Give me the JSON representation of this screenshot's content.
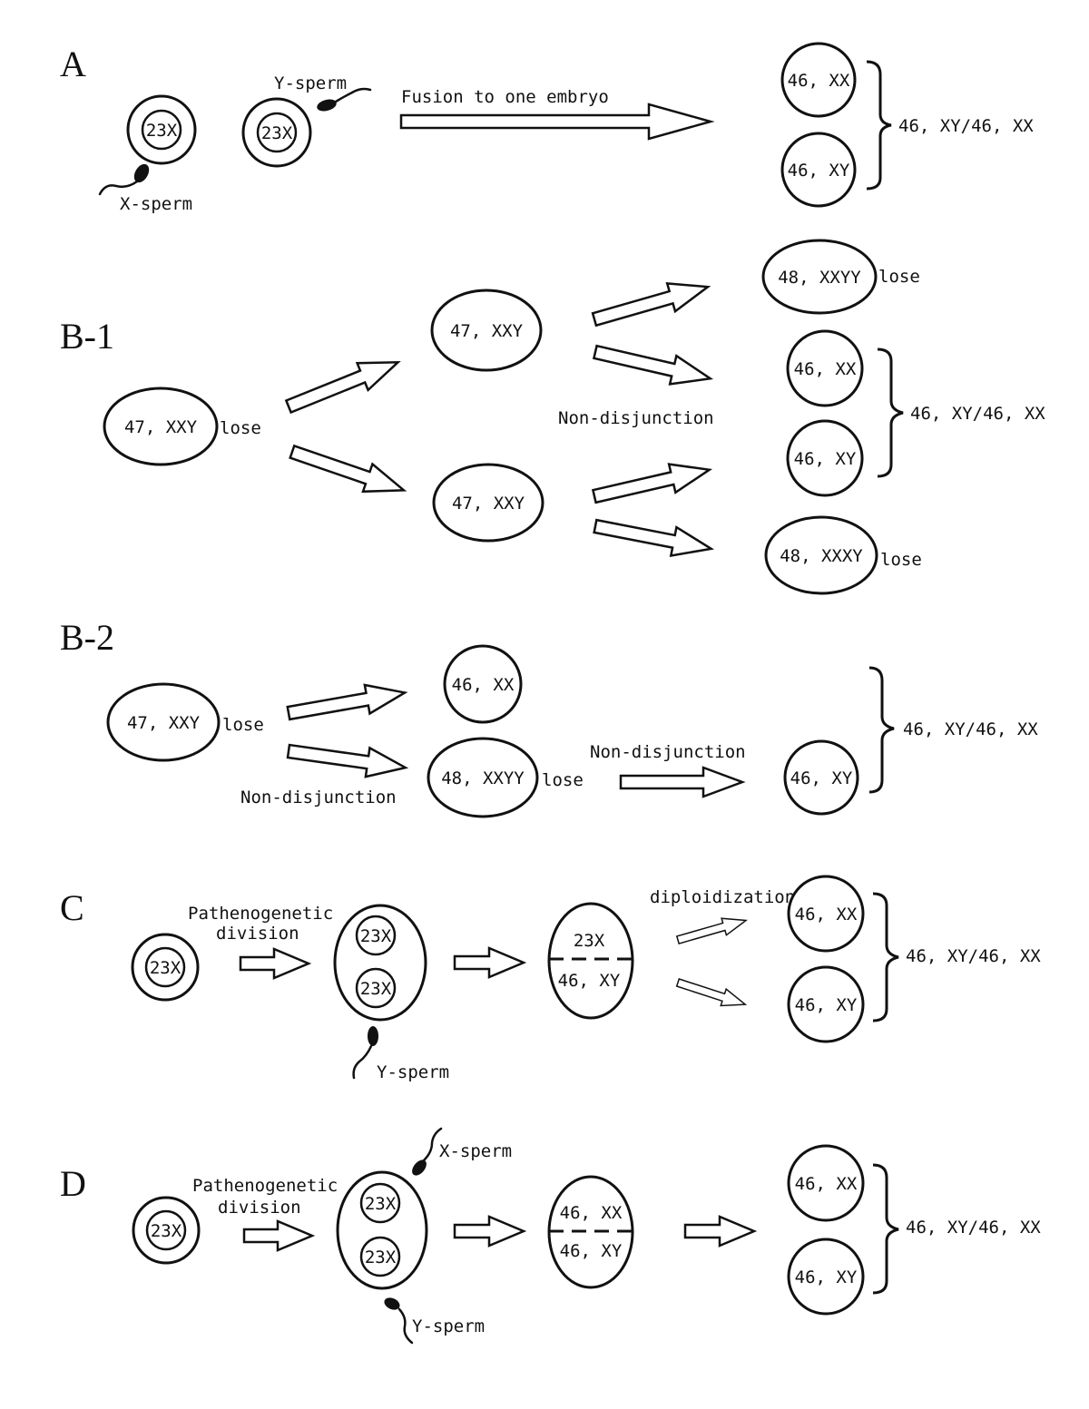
{
  "sections": {
    "a": {
      "label": "A"
    },
    "b1": {
      "label": "B-1"
    },
    "b2": {
      "label": "B-2"
    },
    "c": {
      "label": "C"
    },
    "d": {
      "label": "D"
    }
  },
  "panel_a": {
    "egg1": "23X",
    "egg2": "23X",
    "x_sperm": "X-sperm",
    "y_sperm": "Y-sperm",
    "fusion": "Fusion to one embryo",
    "cell_xx": "46, XX",
    "cell_xy": "46, XY",
    "result": "46, XY/46, XX"
  },
  "panel_b1": {
    "start": "47, XXY",
    "start_lose": "lose",
    "mid_top": "47, XXY",
    "mid_bottom": "47, XXY",
    "nondisjunction": "Non-disjunction",
    "out_xxyy": "48, XXYY",
    "lose_top": "lose",
    "out_xx": "46, XX",
    "out_xy": "46, XY",
    "out_xxxy": "48, XXXY",
    "lose_bottom": "lose",
    "result": "46, XY/46, XX"
  },
  "panel_b2": {
    "start": "47, XXY",
    "start_lose": "lose",
    "mid_xx": "46, XX",
    "mid_xxyy": "48, XXYY",
    "mid_lose": "lose",
    "nondisjunction_left": "Non-disjunction",
    "nondisjunction_right": "Non-disjunction",
    "out_xy": "46, XY",
    "result": "46, XY/46, XX"
  },
  "panel_c": {
    "egg": "23X",
    "pathenogenetic_line1": "Pathenogenetic",
    "pathenogenetic_line2": "division",
    "inner_top": "23X",
    "inner_bottom": "23X",
    "y_sperm": "Y-sperm",
    "half_top": "23X",
    "half_bottom": "46, XY",
    "diploidization": "diploidization",
    "out_xx": "46, XX",
    "out_xy": "46, XY",
    "result": "46, XY/46, XX"
  },
  "panel_d": {
    "egg": "23X",
    "pathenogenetic_line1": "Pathenogenetic",
    "pathenogenetic_line2": "division",
    "inner_top": "23X",
    "inner_bottom": "23X",
    "x_sperm": "X-sperm",
    "y_sperm": "Y-sperm",
    "half_top": "46, XX",
    "half_bottom": "46, XY",
    "out_xx": "46, XX",
    "out_xy": "46, XY",
    "result": "46, XY/46, XX"
  }
}
